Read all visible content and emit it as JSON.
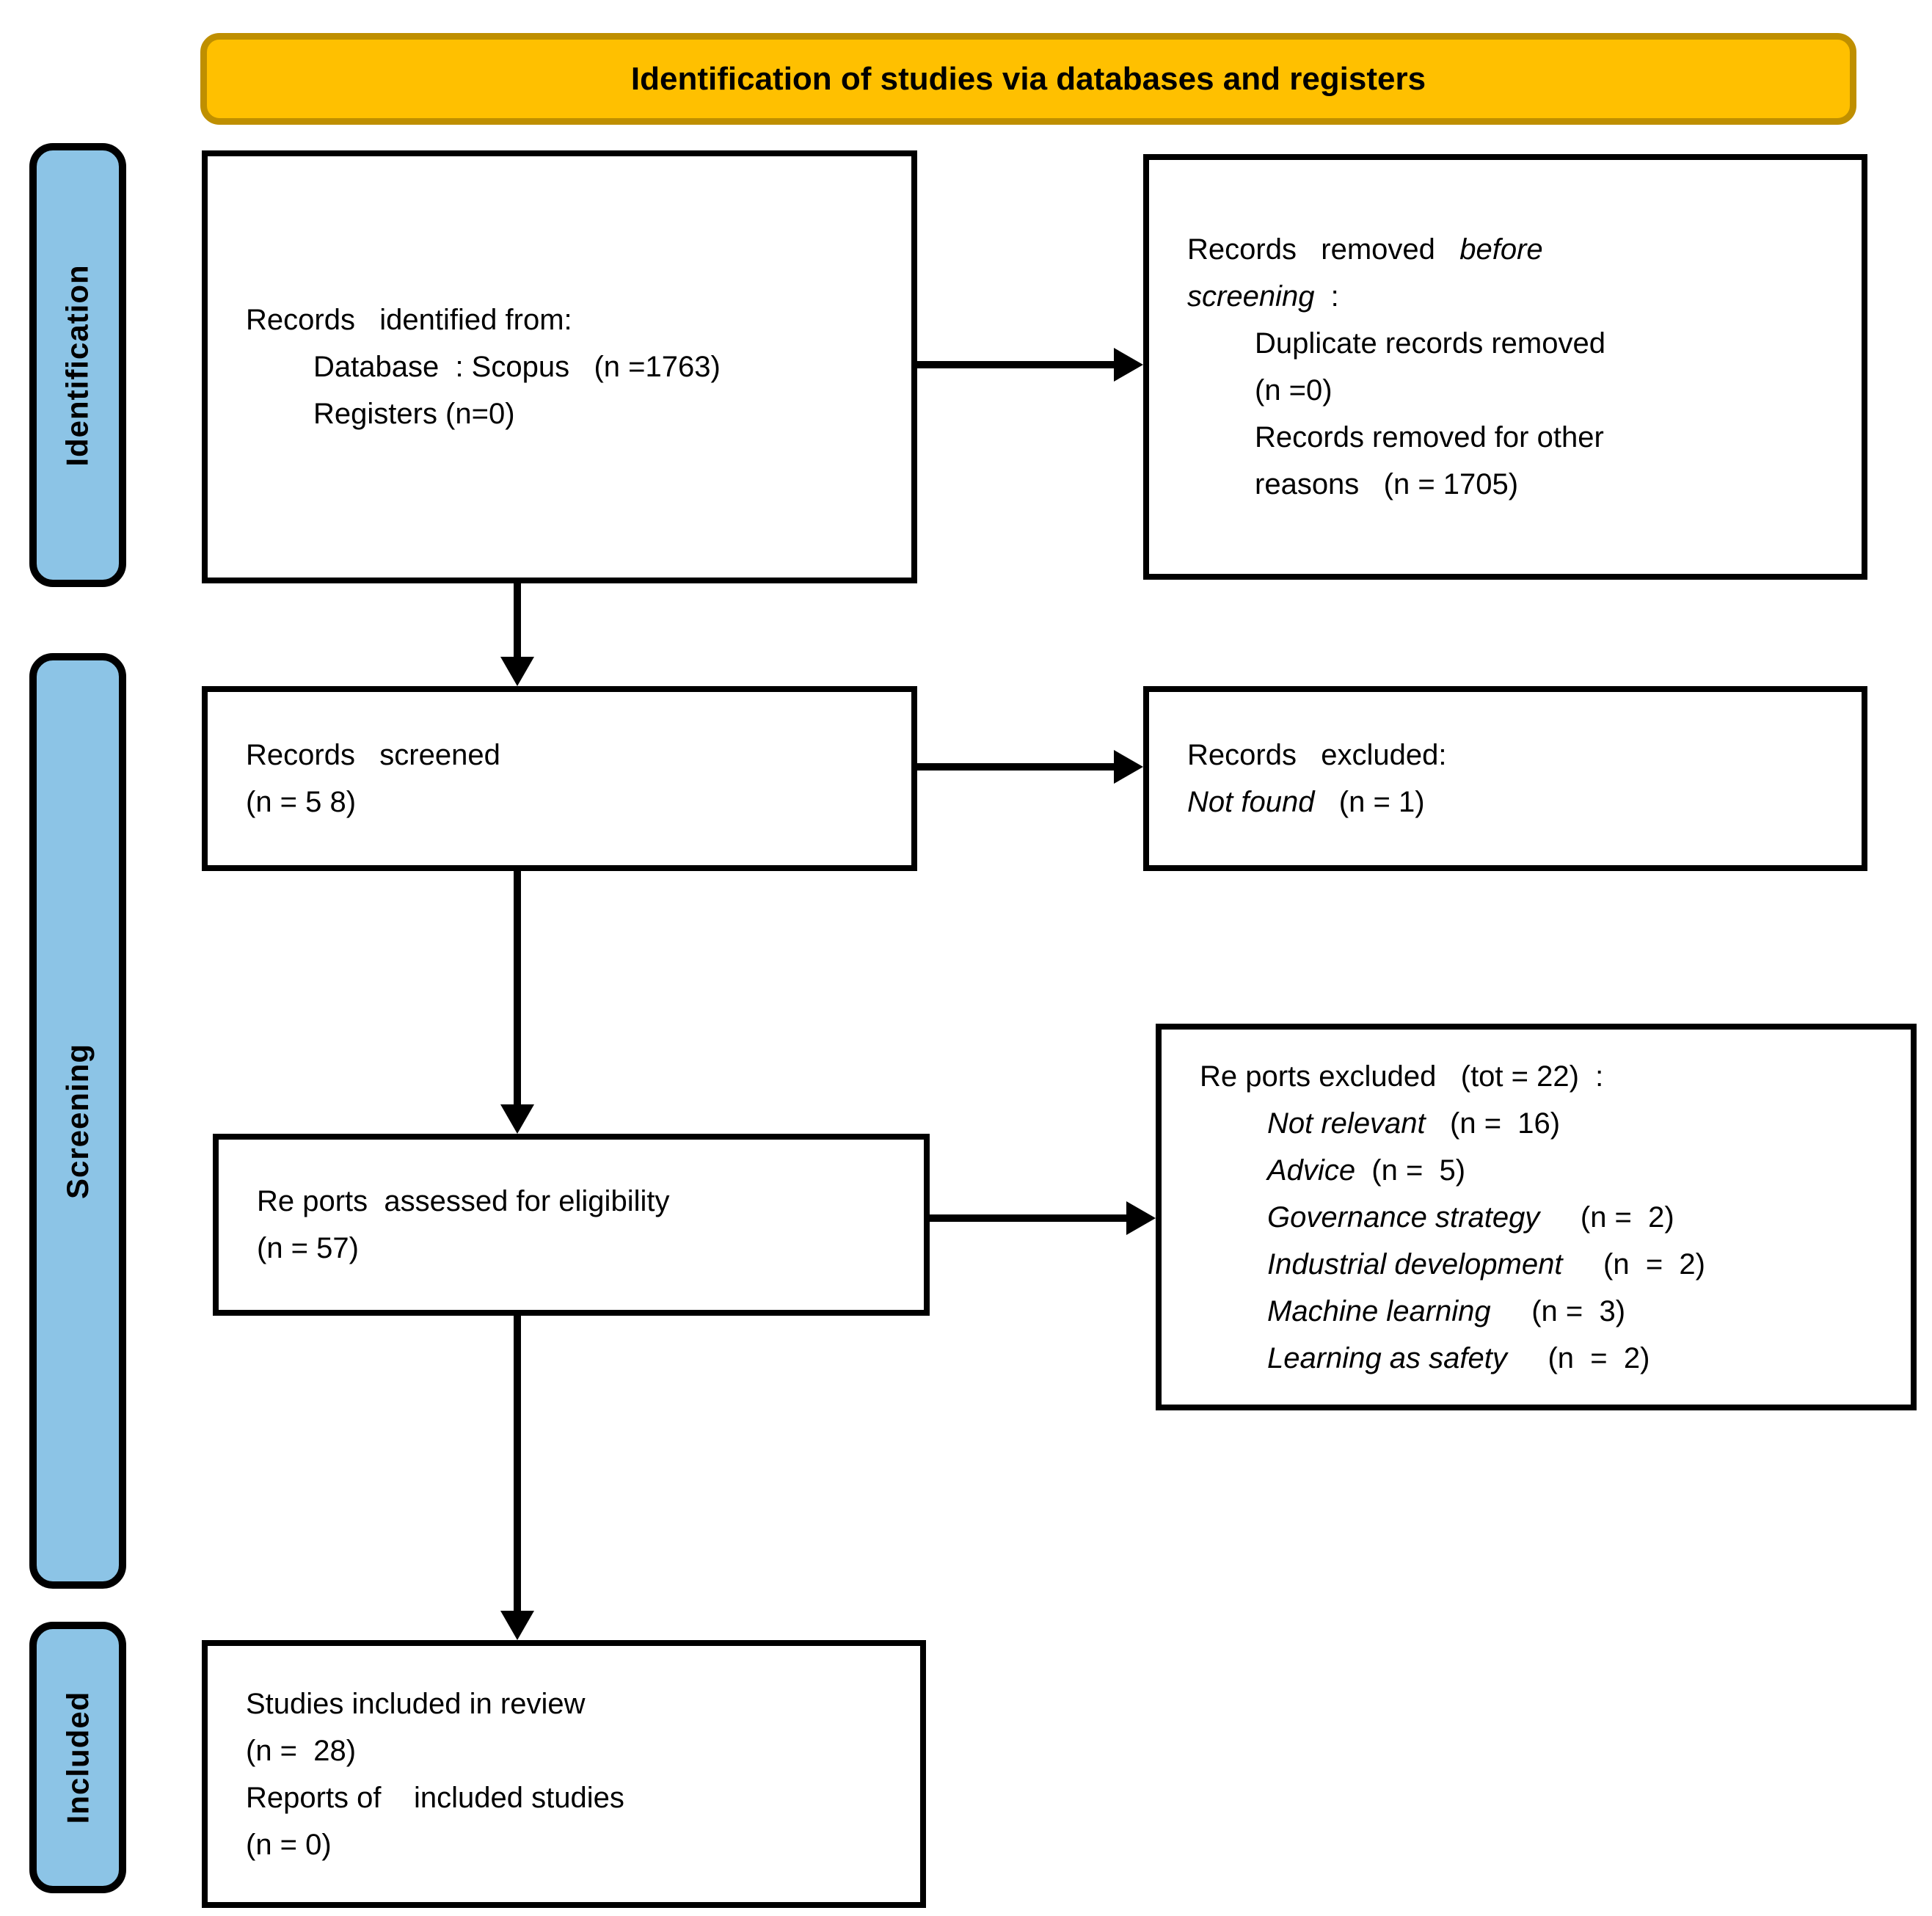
{
  "banner": {
    "label": "Identification of studies via databases and registers"
  },
  "colors": {
    "banner_fill": "#FFC000",
    "banner_border": "#BF8F00",
    "stage_fill": "#8CC4E6",
    "box_border": "#000000",
    "arrow": "#000000"
  },
  "stages": {
    "identification": "Identification",
    "screening": "Screening",
    "included": "Included"
  },
  "boxes": {
    "records_identified": {
      "line1": "Records   identified from:",
      "line2": "Database  : Scopus   (n =1763)",
      "line3": "Registers (n=0)"
    },
    "records_removed": {
      "line1_normal": "Records   removed   ",
      "line1_italic": "before",
      "line2_italic": "screening",
      "line2_normal": "  :",
      "item1_line1": "Duplicate records removed",
      "item1_line2": "(n =0)",
      "item2_line1": "Records removed for other",
      "item2_line2": "reasons   (n = 1705)"
    },
    "records_screened": {
      "line1": "Records   screened",
      "line2": "(n = 5 8)"
    },
    "records_excluded": {
      "line1": "Records   excluded:",
      "line2_italic": "Not found",
      "line2_normal": "   (n = 1)"
    },
    "reports_assessed": {
      "line1": "Re ports  assessed for eligibility",
      "line2": "(n = 57)"
    },
    "reports_excluded": {
      "heading": "Re ports excluded   (tot = 22)  :",
      "items": [
        {
          "label": "Not relevant",
          "n": "   (n =  16)"
        },
        {
          "label": "Advice",
          "n": "  (n =  5)"
        },
        {
          "label": "Governance strategy",
          "n": "     (n =  2)"
        },
        {
          "label": "Industrial development",
          "n": "     (n  =  2)"
        },
        {
          "label": "Machine learning",
          "n": "     (n =  3)"
        },
        {
          "label": "Learning as safety",
          "n": "     (n  =  2)"
        }
      ]
    },
    "studies_included": {
      "line1": "Studies included in review",
      "line2": "(n =  28)",
      "line3": "Reports of    included studies",
      "line4": "(n = 0)"
    }
  }
}
